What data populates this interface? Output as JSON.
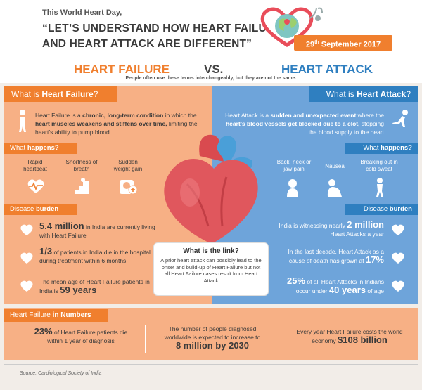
{
  "header": {
    "intro": "This World Heart Day,",
    "title_line1": "“LET’S UNDERSTAND HOW HEART FAILURE",
    "title_line2": "AND HEART ATTACK ARE DIFFERENT”",
    "date_day": "29",
    "date_suffix": "th",
    "date_rest": " September 2017"
  },
  "versus": {
    "left": "HEART FAILURE",
    "middle": "VS.",
    "right": "HEART ATTACK"
  },
  "note": "People often use these terms interchangeably, but they are not the same.",
  "heart_failure": {
    "what_prefix": "What is ",
    "what_bold": "Heart Failure",
    "what_suffix": "?",
    "def_1": "Heart Failure is a ",
    "def_2": "chronic, long-term condition",
    "def_3": " in which the ",
    "def_4": "heart muscles weakens and stiffens over time,",
    "def_5": " limiting the heart’s ability to pump blood",
    "happens_prefix": "What ",
    "happens_bold": "happens?",
    "symptoms": [
      {
        "label": "Rapid heartbeat",
        "icon": "heartbeat-icon"
      },
      {
        "label": "Shortness of breath",
        "icon": "stairs-icon"
      },
      {
        "label": "Sudden weight gain",
        "icon": "scale-icon"
      }
    ],
    "burden_prefix": "Disease ",
    "burden_bold": "burden",
    "stat1_big": "5.4 million",
    "stat1_text": " in India are currently living with Heart Failure",
    "stat2_big": "1/3",
    "stat2_text": " of patients in India die in the hospital during treatment within 6 months",
    "stat3_text": "The mean age of Heart Failure patients in India is ",
    "stat3_big": "59 years"
  },
  "heart_attack": {
    "what_prefix": "What is ",
    "what_bold": "Heart Attack",
    "what_suffix": "?",
    "def_1": "Heart Attack is a ",
    "def_2": "sudden and unexpected event",
    "def_3": " where the ",
    "def_4": "heart’s blood vessels get blocked due to a clot,",
    "def_5": " stopping the blood supply to the heart",
    "happens_prefix": "What ",
    "happens_bold": "happens?",
    "symptoms": [
      {
        "label": "Back, neck or jaw pain",
        "icon": "neck-pain-icon"
      },
      {
        "label": "Nausea",
        "icon": "nausea-icon"
      },
      {
        "label": "Breaking out in cold sweat",
        "icon": "sweat-icon"
      }
    ],
    "burden_prefix": "Disease ",
    "burden_bold": "burden",
    "stat1_text": "India is witnessing nearly ",
    "stat1_big": "2 million",
    "stat1_tail": "Heart Attacks a year",
    "stat2_text": "In the last decade, Heart Attack as a cause of death has grown at ",
    "stat2_big": "17%",
    "stat3_big": "25%",
    "stat3_text": " of all Heart Attacks in Indians occur under ",
    "stat3_big2": "40 years",
    "stat3_tail": " of age"
  },
  "link": {
    "title": "What is the link?",
    "text": "A prior heart attack can possibly lead to the onset and build-up of Heart Failure but not all Heart Failure cases result from Heart Attack"
  },
  "numbers": {
    "bar_prefix": "Heart Failure ",
    "bar_bold": "in Numbers",
    "n1_big": "23%",
    "n1_text": " of Heart Failure patients die within 1 year of diagnosis",
    "n2_text": "The number of people diagnosed worldwide is expected to increase to",
    "n2_big": "8 million by 2030",
    "n3_text": "Every year Heart Failure costs the world economy ",
    "n3_big": "$108 billion"
  },
  "source": "Source: Cardiological Society of India",
  "colors": {
    "orange": "#f07f2e",
    "blue": "#2f7fc0",
    "peach": "#f7b085",
    "sky": "#6ea4da"
  }
}
